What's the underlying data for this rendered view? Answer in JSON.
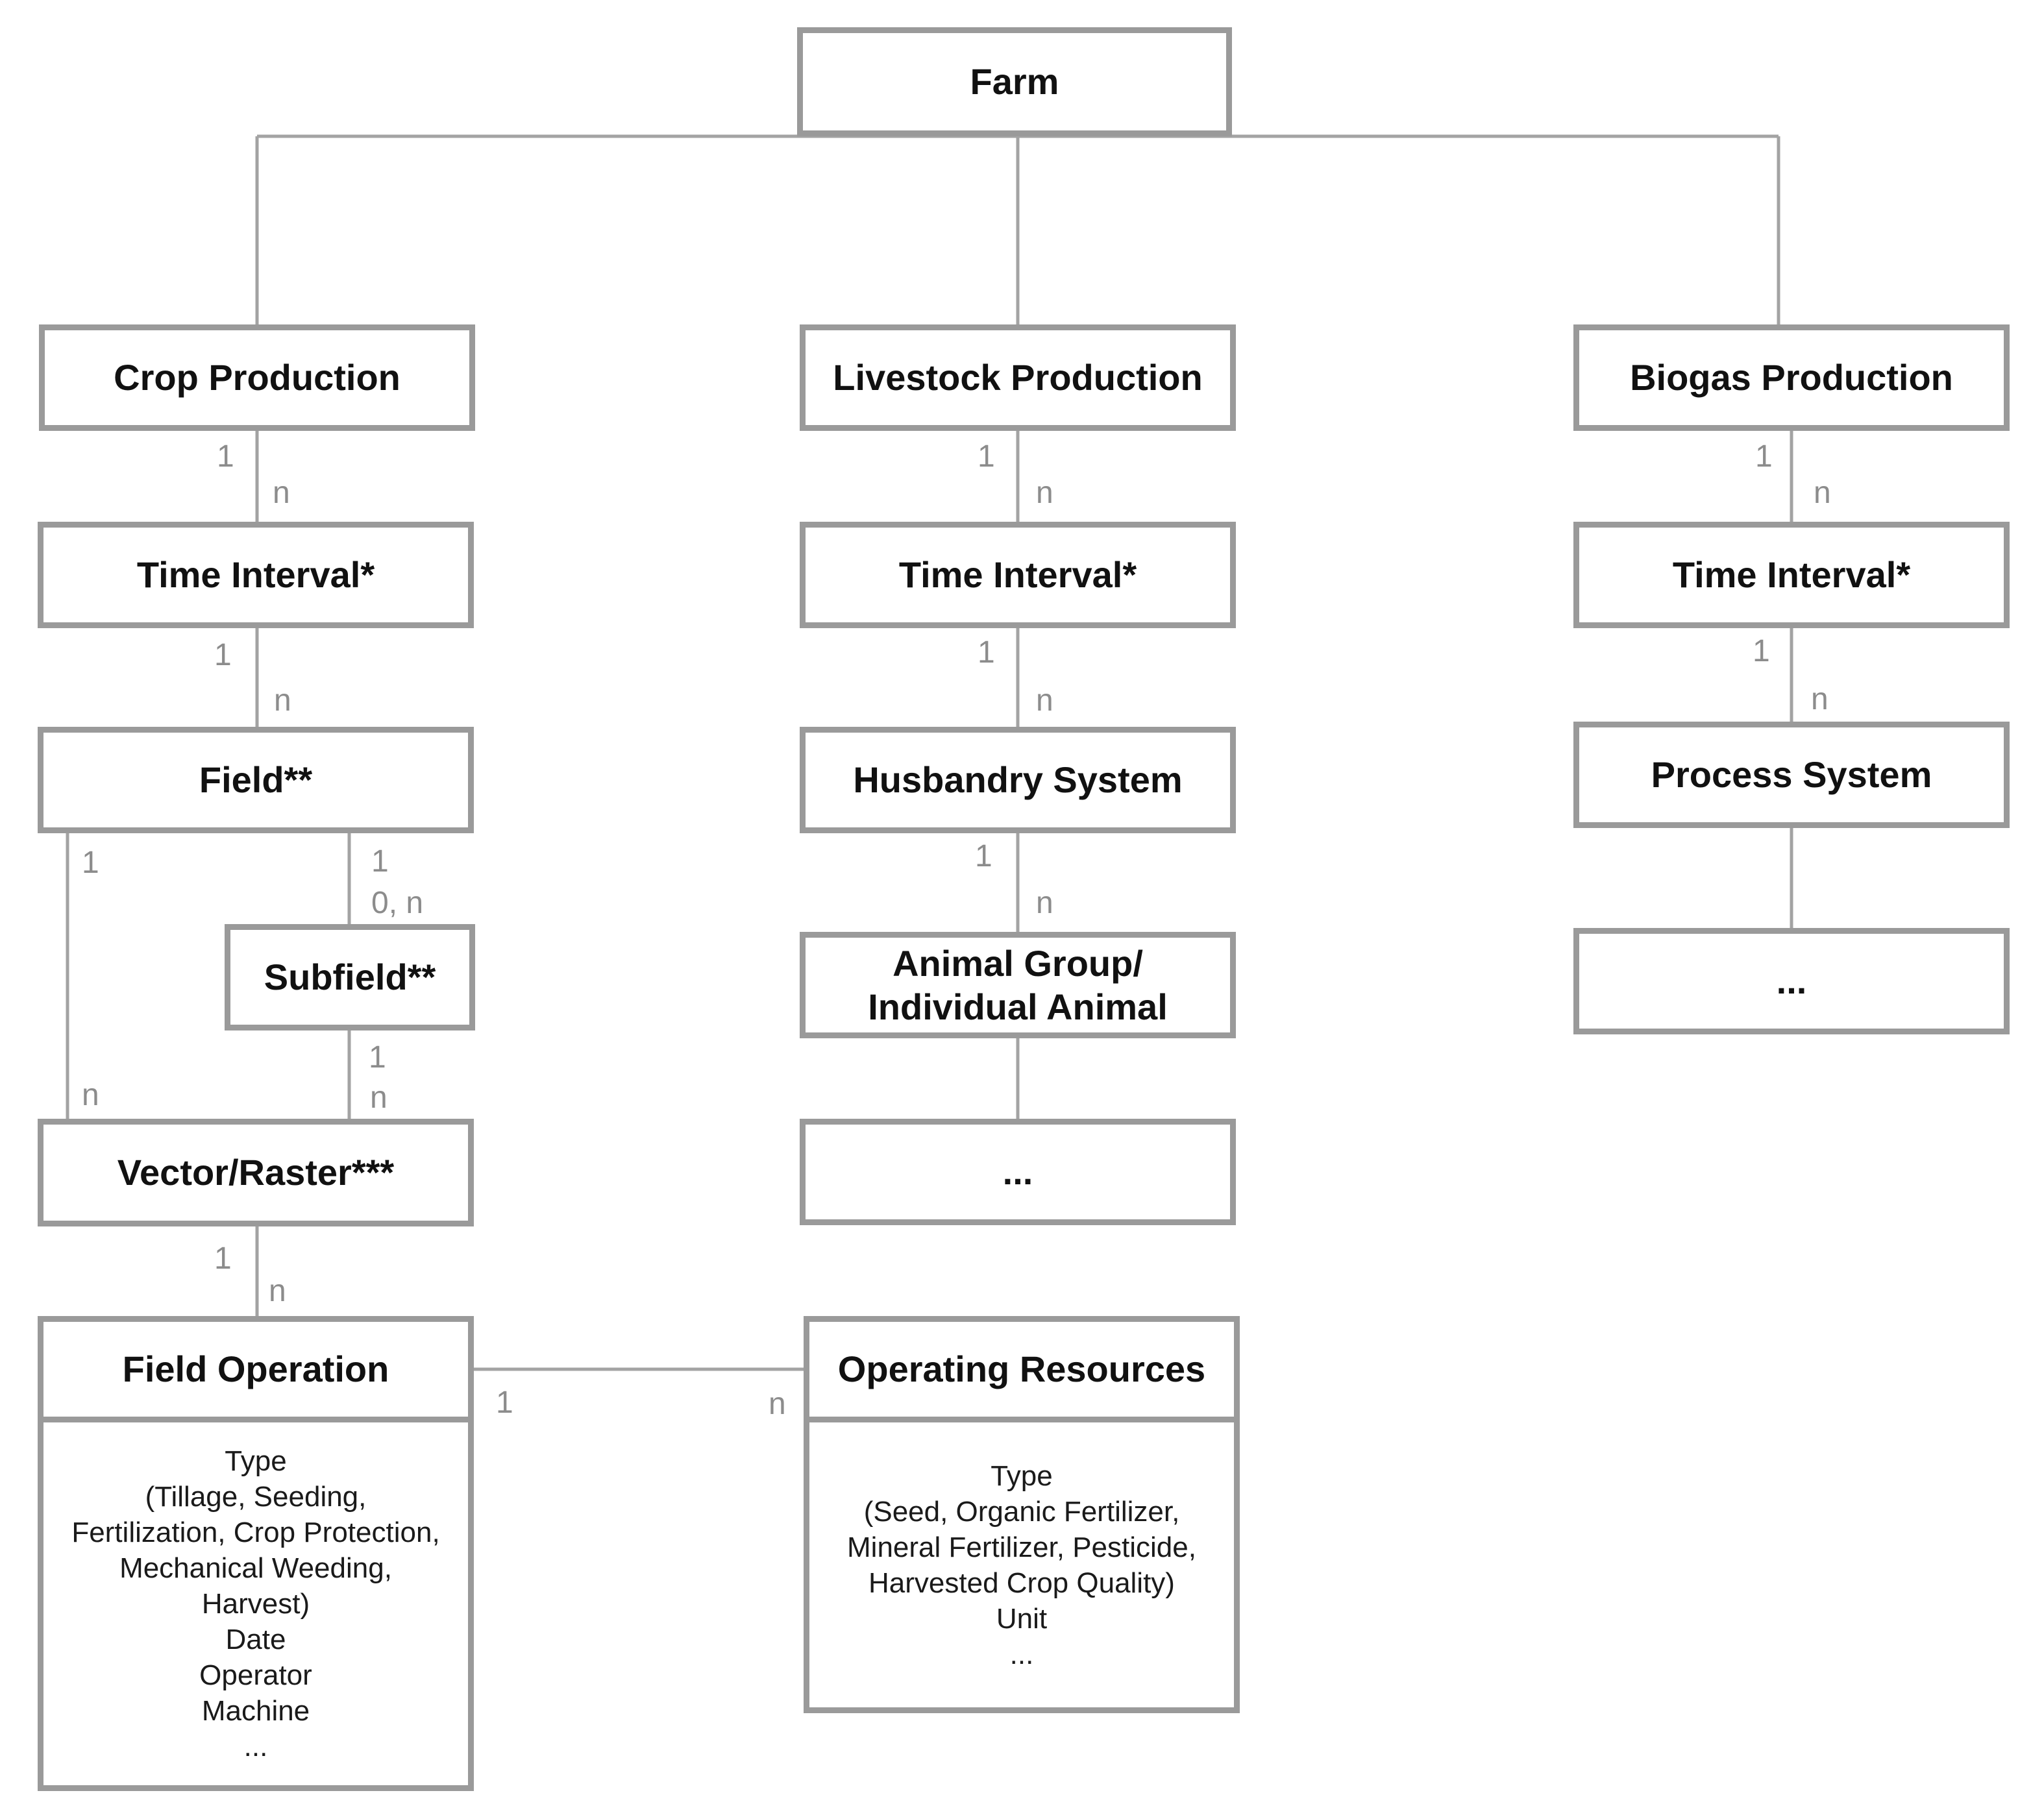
{
  "nodes": {
    "farm": "Farm",
    "crop_production": "Crop Production",
    "livestock_production": "Livestock Production",
    "biogas_production": "Biogas Production",
    "time_interval_crop": "Time Interval*",
    "time_interval_livestock": "Time Interval*",
    "time_interval_biogas": "Time Interval*",
    "field": "Field**",
    "husbandry_system": "Husbandry System",
    "process_system": "Process System",
    "subfield": "Subfield**",
    "animal_group_line1": "Animal Group/",
    "animal_group_line2": "Individual Animal",
    "biogas_more": "...",
    "vector_raster": "Vector/Raster***",
    "livestock_more": "...",
    "field_operation": "Field Operation",
    "operating_resources": "Operating Resources"
  },
  "field_operation_attributes": [
    "Type",
    "(Tillage, Seeding,",
    "Fertilization, Crop Protection,",
    "Mechanical Weeding,",
    "Harvest)",
    "Date",
    "Operator",
    "Machine",
    "..."
  ],
  "operating_resources_attributes": [
    "Type",
    "(Seed, Organic Fertilizer,",
    "Mineral Fertilizer, Pesticide,",
    "Harvested Crop Quality)",
    "Unit",
    "..."
  ],
  "cardinalities": {
    "crop_ti_1": "1",
    "crop_ti_n": "n",
    "ti_field_1": "1",
    "ti_field_n": "n",
    "field_vector_1": "1",
    "field_vector_n": "n",
    "field_subfield_1": "1",
    "field_subfield_0n": "0, n",
    "subfield_vector_1": "1",
    "subfield_vector_n": "n",
    "vector_fo_1": "1",
    "vector_fo_n": "n",
    "fo_or_1": "1",
    "fo_or_n": "n",
    "live_ti_1": "1",
    "live_ti_n": "n",
    "ti_husbandry_1": "1",
    "ti_husbandry_n": "n",
    "husbandry_animal_1": "1",
    "husbandry_animal_n": "n",
    "bio_ti_1": "1",
    "bio_ti_n": "n",
    "ti_process_1": "1",
    "ti_process_n": "n"
  }
}
